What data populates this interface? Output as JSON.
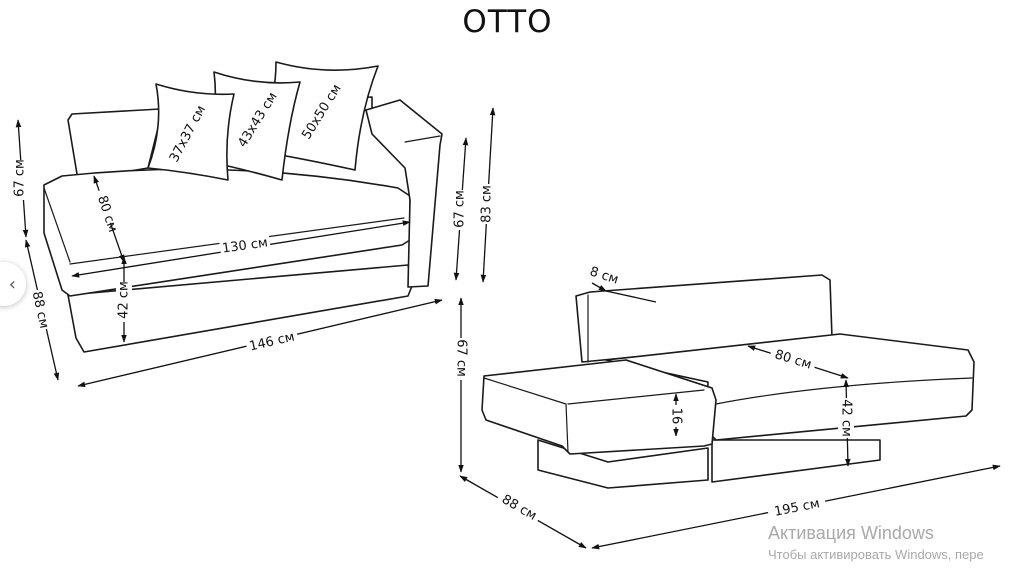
{
  "title": "OTTO",
  "left_view": {
    "pillows": [
      "37x37 см",
      "43x43 см",
      "50x50 см"
    ],
    "dims": {
      "seat_depth": "80 см",
      "seat_width": "130 см",
      "seat_height": "42 см",
      "total_width": "146 см",
      "depth": "88 см",
      "back_height": "67 см",
      "arm_height": "67 см",
      "total_height": "83 см"
    }
  },
  "right_view": {
    "dims": {
      "back_thickness": "8 см",
      "seat_depth": "80 см",
      "seat_height": "42 см",
      "mattress_thickness": "16",
      "height": "67 см",
      "depth": "88 см",
      "length": "195 см"
    }
  },
  "nav": {
    "prev_icon": "‹"
  },
  "watermark": {
    "title": "Активация Windows",
    "subtitle": "Чтобы активировать Windows, пере"
  }
}
